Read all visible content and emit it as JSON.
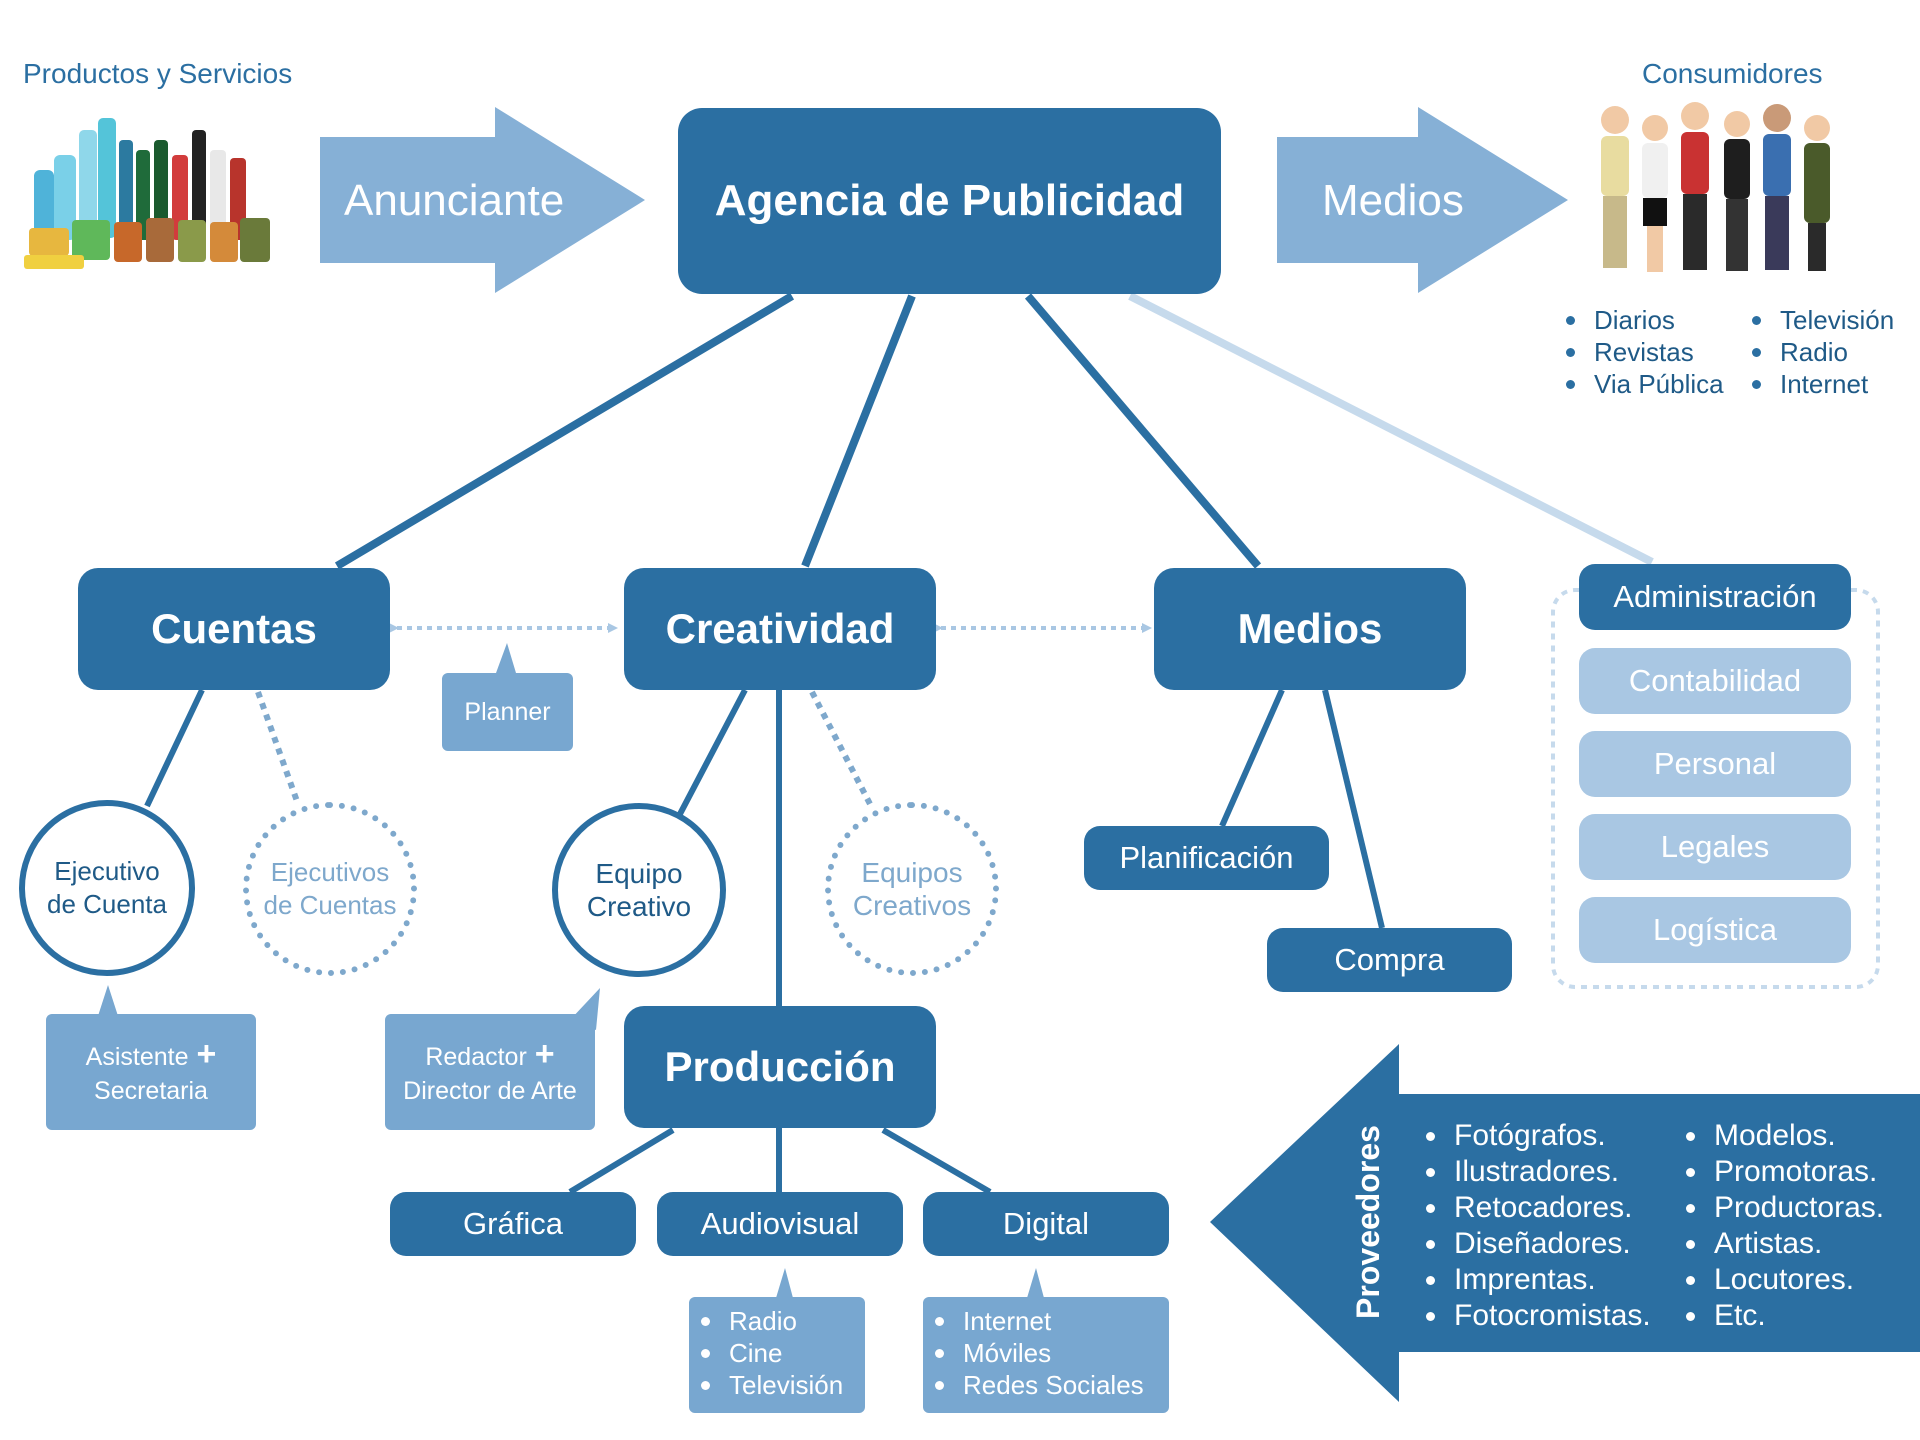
{
  "header": {
    "products_label": "Productos y Servicios",
    "consumers_label": "Consumidores",
    "arrow_anunciante": "Anunciante",
    "arrow_medios": "Medios",
    "agency": "Agencia de Publicidad"
  },
  "media_list": {
    "left": [
      "Diarios",
      "Revistas",
      "Via Pública"
    ],
    "right": [
      "Televisión",
      "Radio",
      "Internet"
    ]
  },
  "departments": {
    "cuentas": "Cuentas",
    "creatividad": "Creatividad",
    "medios": "Medios",
    "produccion": "Producción"
  },
  "planner": "Planner",
  "cuentas_sub": {
    "ejecutivo": "Ejecutivo\nde Cuenta",
    "ejecutivos": "Ejecutivos\nde Cuentas",
    "asistente": "Asistente",
    "secretaria": "Secretaria"
  },
  "creatividad_sub": {
    "equipo": "Equipo\nCreativo",
    "equipos": "Equipos\nCreativos",
    "redactor": "Redactor",
    "director": "Director de Arte"
  },
  "medios_sub": {
    "planificacion": "Planificación",
    "compra": "Compra"
  },
  "administracion": {
    "title": "Administración",
    "items": [
      "Contabilidad",
      "Personal",
      "Legales",
      "Logística"
    ]
  },
  "produccion_sub": {
    "grafica": "Gráfica",
    "audiovisual": "Audiovisual",
    "digital": "Digital",
    "audiovisual_items": [
      "Radio",
      "Cine",
      "Televisión"
    ],
    "digital_items": [
      "Internet",
      "Móviles",
      "Redes Sociales"
    ]
  },
  "proveedores": {
    "title": "Proveedores",
    "left": [
      "Fotógrafos.",
      "Ilustradores.",
      "Retocadores.",
      "Diseñadores.",
      "Imprentas.",
      "Fotocromistas."
    ],
    "right": [
      "Modelos.",
      "Promotoras.",
      "Productoras.",
      "Artistas.",
      "Locutores.",
      "Etc."
    ]
  },
  "colors": {
    "dark": "#2b6fa2",
    "mid": "#4b87b8",
    "light": "#78a7d0",
    "pale": "#a9c7e3",
    "dashed": "#7ea8cc"
  }
}
